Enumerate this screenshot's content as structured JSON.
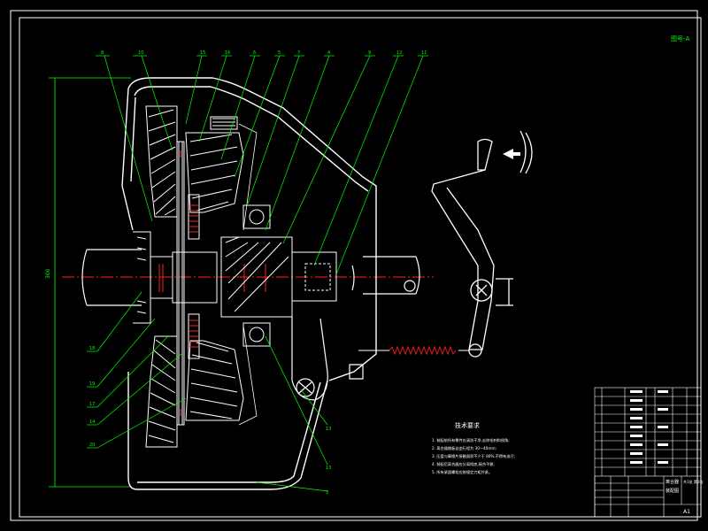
{
  "drawing": {
    "background": "#000000",
    "line_colors": {
      "outline": "#ffffff",
      "leader": "#00ff00",
      "centerline": "#ff2020",
      "dimension": "#00ff00",
      "part": "#ffffff",
      "accent": "#ffff00"
    },
    "callouts_top": [
      "8",
      "10",
      "15",
      "16",
      "6",
      "5",
      "7",
      "4",
      "9",
      "12",
      "11"
    ],
    "callouts_bottom": [
      "18",
      "19",
      "17",
      "14",
      "20",
      "13",
      "13",
      "3"
    ],
    "dimension_label": "300",
    "corner_mark": "图号-A",
    "tech_requirements": {
      "title": "技术要求",
      "lines": [
        "1. 装配前所有零件应清洗干净,去除毛刺和锐角;",
        "2. 离合器踏板自由行程为 30—40mm;",
        "3. 压盘与摩擦片接触面积不少于 80%,不得有油污;",
        "4. 装配后离合器应分离彻底,接合平稳;",
        "5. 所有紧固螺栓应按规定力矩拧紧。"
      ]
    }
  },
  "title_block": {
    "name_line1": "离合器",
    "name_line2": "装配图",
    "sheet": "A1",
    "page": "共1张 第1张"
  }
}
